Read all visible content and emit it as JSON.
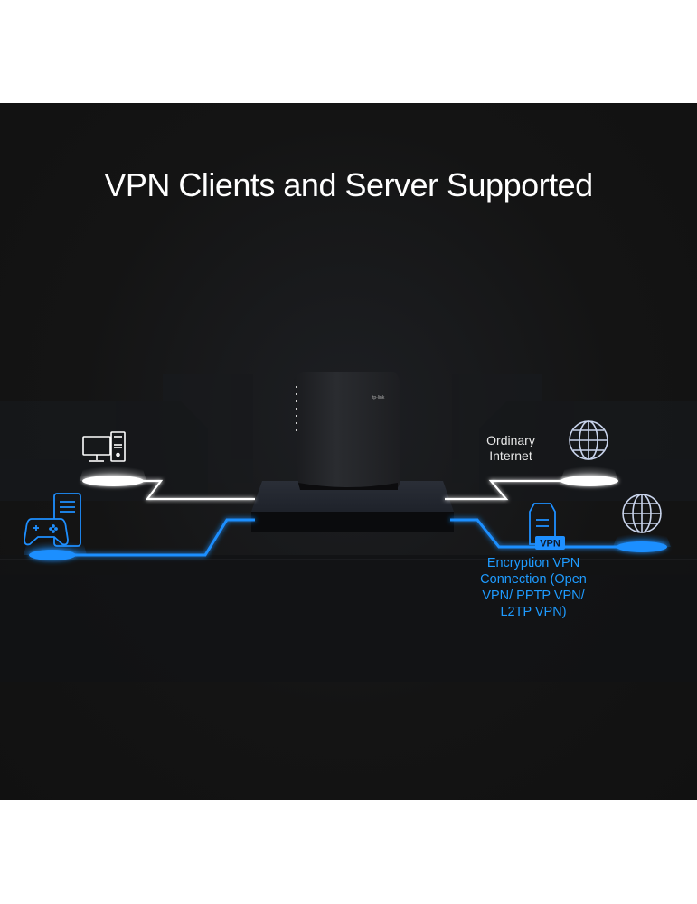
{
  "title": "VPN Clients and Server Supported",
  "colors": {
    "background": "#141414",
    "vpn_accent": "#1e8fff",
    "ordinary_line": "#ffffff"
  },
  "devices": {
    "left": [
      {
        "name": "desktop-computer",
        "icon": "desktop-computer-icon",
        "connection": "ordinary"
      },
      {
        "name": "game-console",
        "icon": "gamepad-server-icon",
        "connection": "vpn"
      }
    ],
    "center": {
      "name": "router",
      "brand": "tp-link"
    },
    "right": [
      {
        "name": "ordinary-internet",
        "icon": "globe-icon",
        "connection": "ordinary"
      },
      {
        "name": "vpn-internet",
        "icon": "globe-icon",
        "connection": "vpn"
      }
    ]
  },
  "labels": {
    "ordinary_internet": [
      "Ordinary",
      "Internet"
    ],
    "vpn_badge": "VPN",
    "vpn_connection": [
      "Encryption VPN",
      "Connection (Open",
      "VPN/ PPTP VPN/",
      "L2TP VPN)"
    ]
  }
}
